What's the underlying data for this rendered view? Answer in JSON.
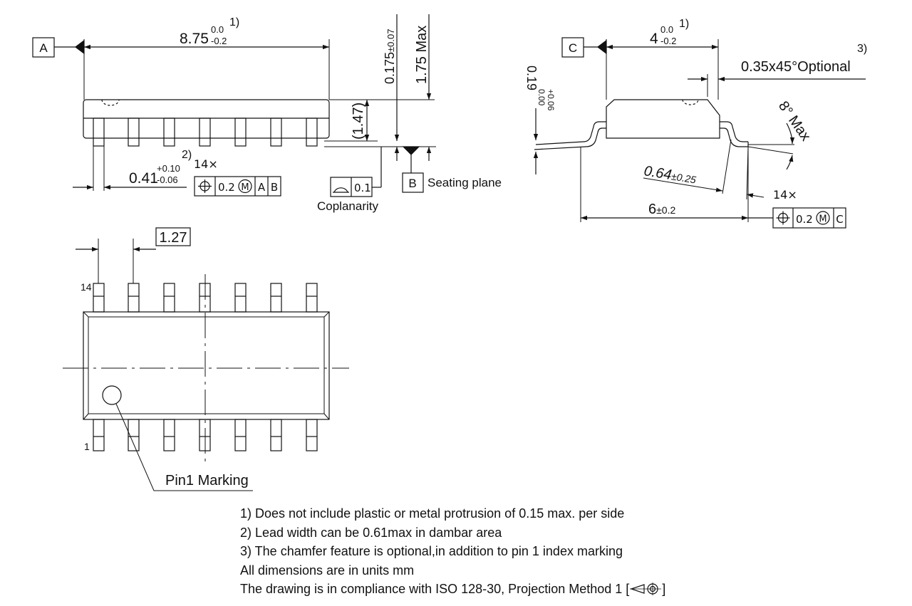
{
  "datums": {
    "a": "A",
    "b": "B",
    "c": "C"
  },
  "front_view": {
    "length_nominal": "8.75",
    "length_upper_tol": "0.0",
    "length_lower_tol": "-0.2",
    "length_note_ref": "1)",
    "standoff": "0.175",
    "standoff_tol": "±0.07",
    "height_max": "1.75 Max",
    "body_height": "(1.47)",
    "lead_width_nominal": "0.41",
    "lead_width_upper_tol": "+0.10",
    "lead_width_lower_tol": "-0.06",
    "lead_width_note_ref": "2)",
    "lead_count_label": "14×",
    "position_tolerance": "0.2",
    "modifier_m": "M",
    "fcf_datum_1": "A",
    "fcf_datum_2": "B",
    "coplanarity_value": "0.1",
    "coplanarity_label": "Coplanarity",
    "seating_plane_label": "Seating plane"
  },
  "side_view": {
    "width_nominal": "4",
    "width_upper_tol": "0.0",
    "width_lower_tol": "-0.2",
    "width_note_ref": "1)",
    "chamfer_note_ref": "3)",
    "chamfer_label": "0.35x45°Optional",
    "lead_thickness": "0.19",
    "lead_thickness_upper_tol": "+0.06",
    "lead_thickness_lower_tol": "0.00",
    "angle_label": "8° Max",
    "foot_length": "0.64",
    "foot_length_tol": "±0.25",
    "overall_width": "6",
    "overall_width_tol": "±0.2",
    "lead_count_label": "14×",
    "position_tolerance": "0.2",
    "modifier_m": "M",
    "fcf_datum": "C"
  },
  "top_view": {
    "pitch": "1.27",
    "pin_top_label": "14",
    "pin_bottom_label": "1",
    "pin1_marking_label": "Pin1 Marking"
  },
  "notes": [
    "1) Does not include plastic or metal protrusion of 0.15 max. per side",
    "2) Lead width can be 0.61max in dambar area",
    "3) The chamfer feature is optional,in addition to pin 1 index marking",
    "All dimensions are in units mm",
    "The drawing is in compliance with ISO 128-30, Projection Method 1 ["
  ],
  "notes_suffix": "]"
}
